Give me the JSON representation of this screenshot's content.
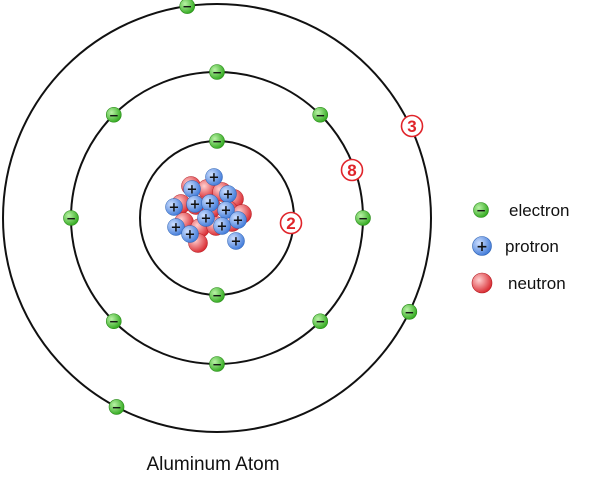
{
  "title": "Aluminum Atom",
  "colors": {
    "electron": "#3fbf2a",
    "proton": "#5a93e8",
    "neutron": "#e8393f",
    "count": "#e0242a",
    "orbit": "#111111"
  },
  "shells": [
    {
      "electron_count": 2,
      "label": "2"
    },
    {
      "electron_count": 8,
      "label": "8"
    },
    {
      "electron_count": 3,
      "label": "3"
    }
  ],
  "legend": [
    {
      "key": "electron",
      "label": "electron",
      "sign": "−",
      "icon": "electron-icon"
    },
    {
      "key": "proton",
      "label": "protron",
      "sign": "+",
      "icon": "proton-icon"
    },
    {
      "key": "neutron",
      "label": "neutron",
      "sign": "",
      "icon": "neutron-icon"
    }
  ],
  "nucleus": {
    "protons": 13,
    "neutrons": 14
  }
}
